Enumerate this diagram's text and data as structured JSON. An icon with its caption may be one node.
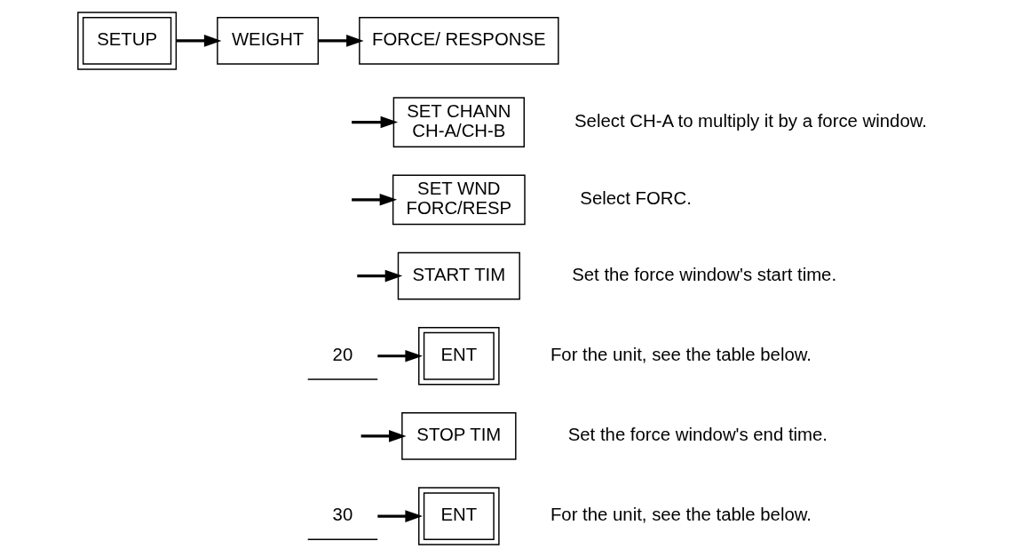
{
  "diagram": {
    "nodes": [
      {
        "text": [
          "SETUP"
        ]
      },
      {
        "text": [
          "WEIGHT"
        ]
      },
      {
        "text": [
          "FORCE/ RESPONSE"
        ]
      },
      {
        "text": [
          "SET CHANN",
          "CH-A/CH-B"
        ],
        "beside": [
          "Select CH-A to multiply it by a force window."
        ]
      },
      {
        "text": [
          "SET WND",
          "FORC/RESP"
        ],
        "beside": [
          "Select FORC."
        ]
      },
      {
        "text": [
          "START TIM"
        ],
        "beside": [
          "Set the force window's start time."
        ]
      },
      {
        "text": [
          "20"
        ]
      },
      {
        "text": [
          "ENT"
        ],
        "beside": [
          "For the unit, see the table below."
        ]
      },
      {
        "text": [
          "STOP TIM"
        ],
        "beside": [
          "Set the force window's end time."
        ]
      },
      {
        "text": [
          "30"
        ]
      },
      {
        "text": [
          "ENT"
        ],
        "beside": [
          "For the unit, see the table below."
        ]
      }
    ],
    "edges": [
      {
        "from": 0,
        "to": 1,
        "arrow": "to"
      },
      {
        "from": 1,
        "to": 2,
        "arrow": "to"
      },
      {
        "from": null,
        "to": 3,
        "arrow": "to"
      },
      {
        "from": null,
        "to": 4,
        "arrow": "to"
      },
      {
        "from": null,
        "to": 5,
        "arrow": "to"
      },
      {
        "from": 6,
        "to": 7,
        "arrow": "to"
      },
      {
        "from": null,
        "to": 8,
        "arrow": "to"
      },
      {
        "from": 9,
        "to": 10,
        "arrow": "to"
      }
    ]
  }
}
